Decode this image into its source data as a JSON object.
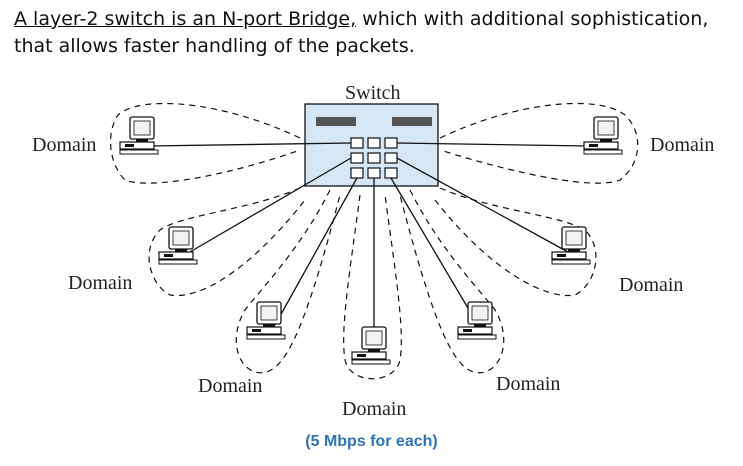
{
  "heading": {
    "underlined": "A layer-2 switch is an N-port Bridge,",
    "rest_line1": " which with additional sophistication,",
    "line2": "that allows faster handling of the packets."
  },
  "switch_label": "Switch",
  "domain_label": "Domain",
  "caption": "(5 Mbps for each)",
  "colors": {
    "switch_fill": "#d6e6f5",
    "caption": "#2e74b5",
    "line": "#111111"
  }
}
